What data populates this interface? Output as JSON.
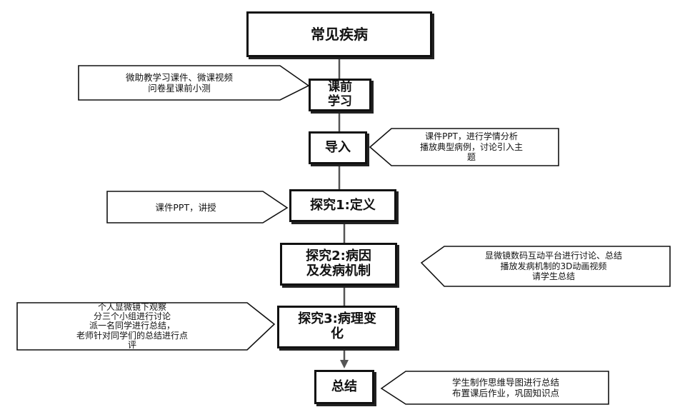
{
  "diagram": {
    "header_fragment": "",
    "nodes": {
      "root": "常见疾病",
      "prestudy": "课前\n学习",
      "intro": "导入",
      "explore1": "探究1:定义",
      "explore2": "探究2:病因\n及发病机制",
      "explore3": "探究3:病理变\n化",
      "summary": "总结"
    },
    "notes": {
      "prestudy": "微助教学习课件、微课视频\n问卷星课前小测",
      "intro": "课件PPT，进行学情分析\n播放典型病例，讨论引入主\n题",
      "explore1": "课件PPT，讲授",
      "explore2": "显微镜数码互动平台进行讨论、总结\n播放发病机制的3D动画视频\n请学生总结",
      "explore3": "个人显微镜下观察\n分三个小组进行讨论\n派一名同学进行总结，\n老师针对同学们的总结进行点\n评",
      "summary": "学生制作思维导图进行总结\n布置课后作业，巩固知识点"
    }
  }
}
